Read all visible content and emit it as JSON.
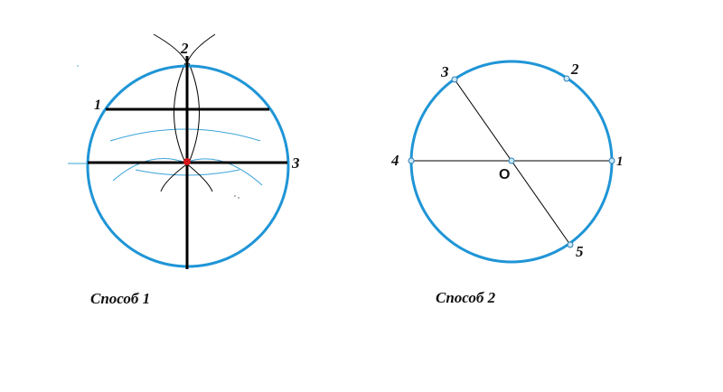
{
  "method1": {
    "caption": "Способ 1",
    "labels": {
      "p1": "1",
      "p2": "2",
      "p3": "3"
    }
  },
  "method2": {
    "caption": "Способ 2",
    "labels": {
      "p1": "1",
      "p2": "2",
      "p3": "3",
      "p4": "4",
      "p5": "5",
      "center": "O"
    }
  },
  "colors": {
    "circle": "#1f95d6",
    "arc": "#3aa3d8",
    "line": "#000000",
    "center_mark": "#d4141c",
    "point": "#3aa3d8"
  }
}
